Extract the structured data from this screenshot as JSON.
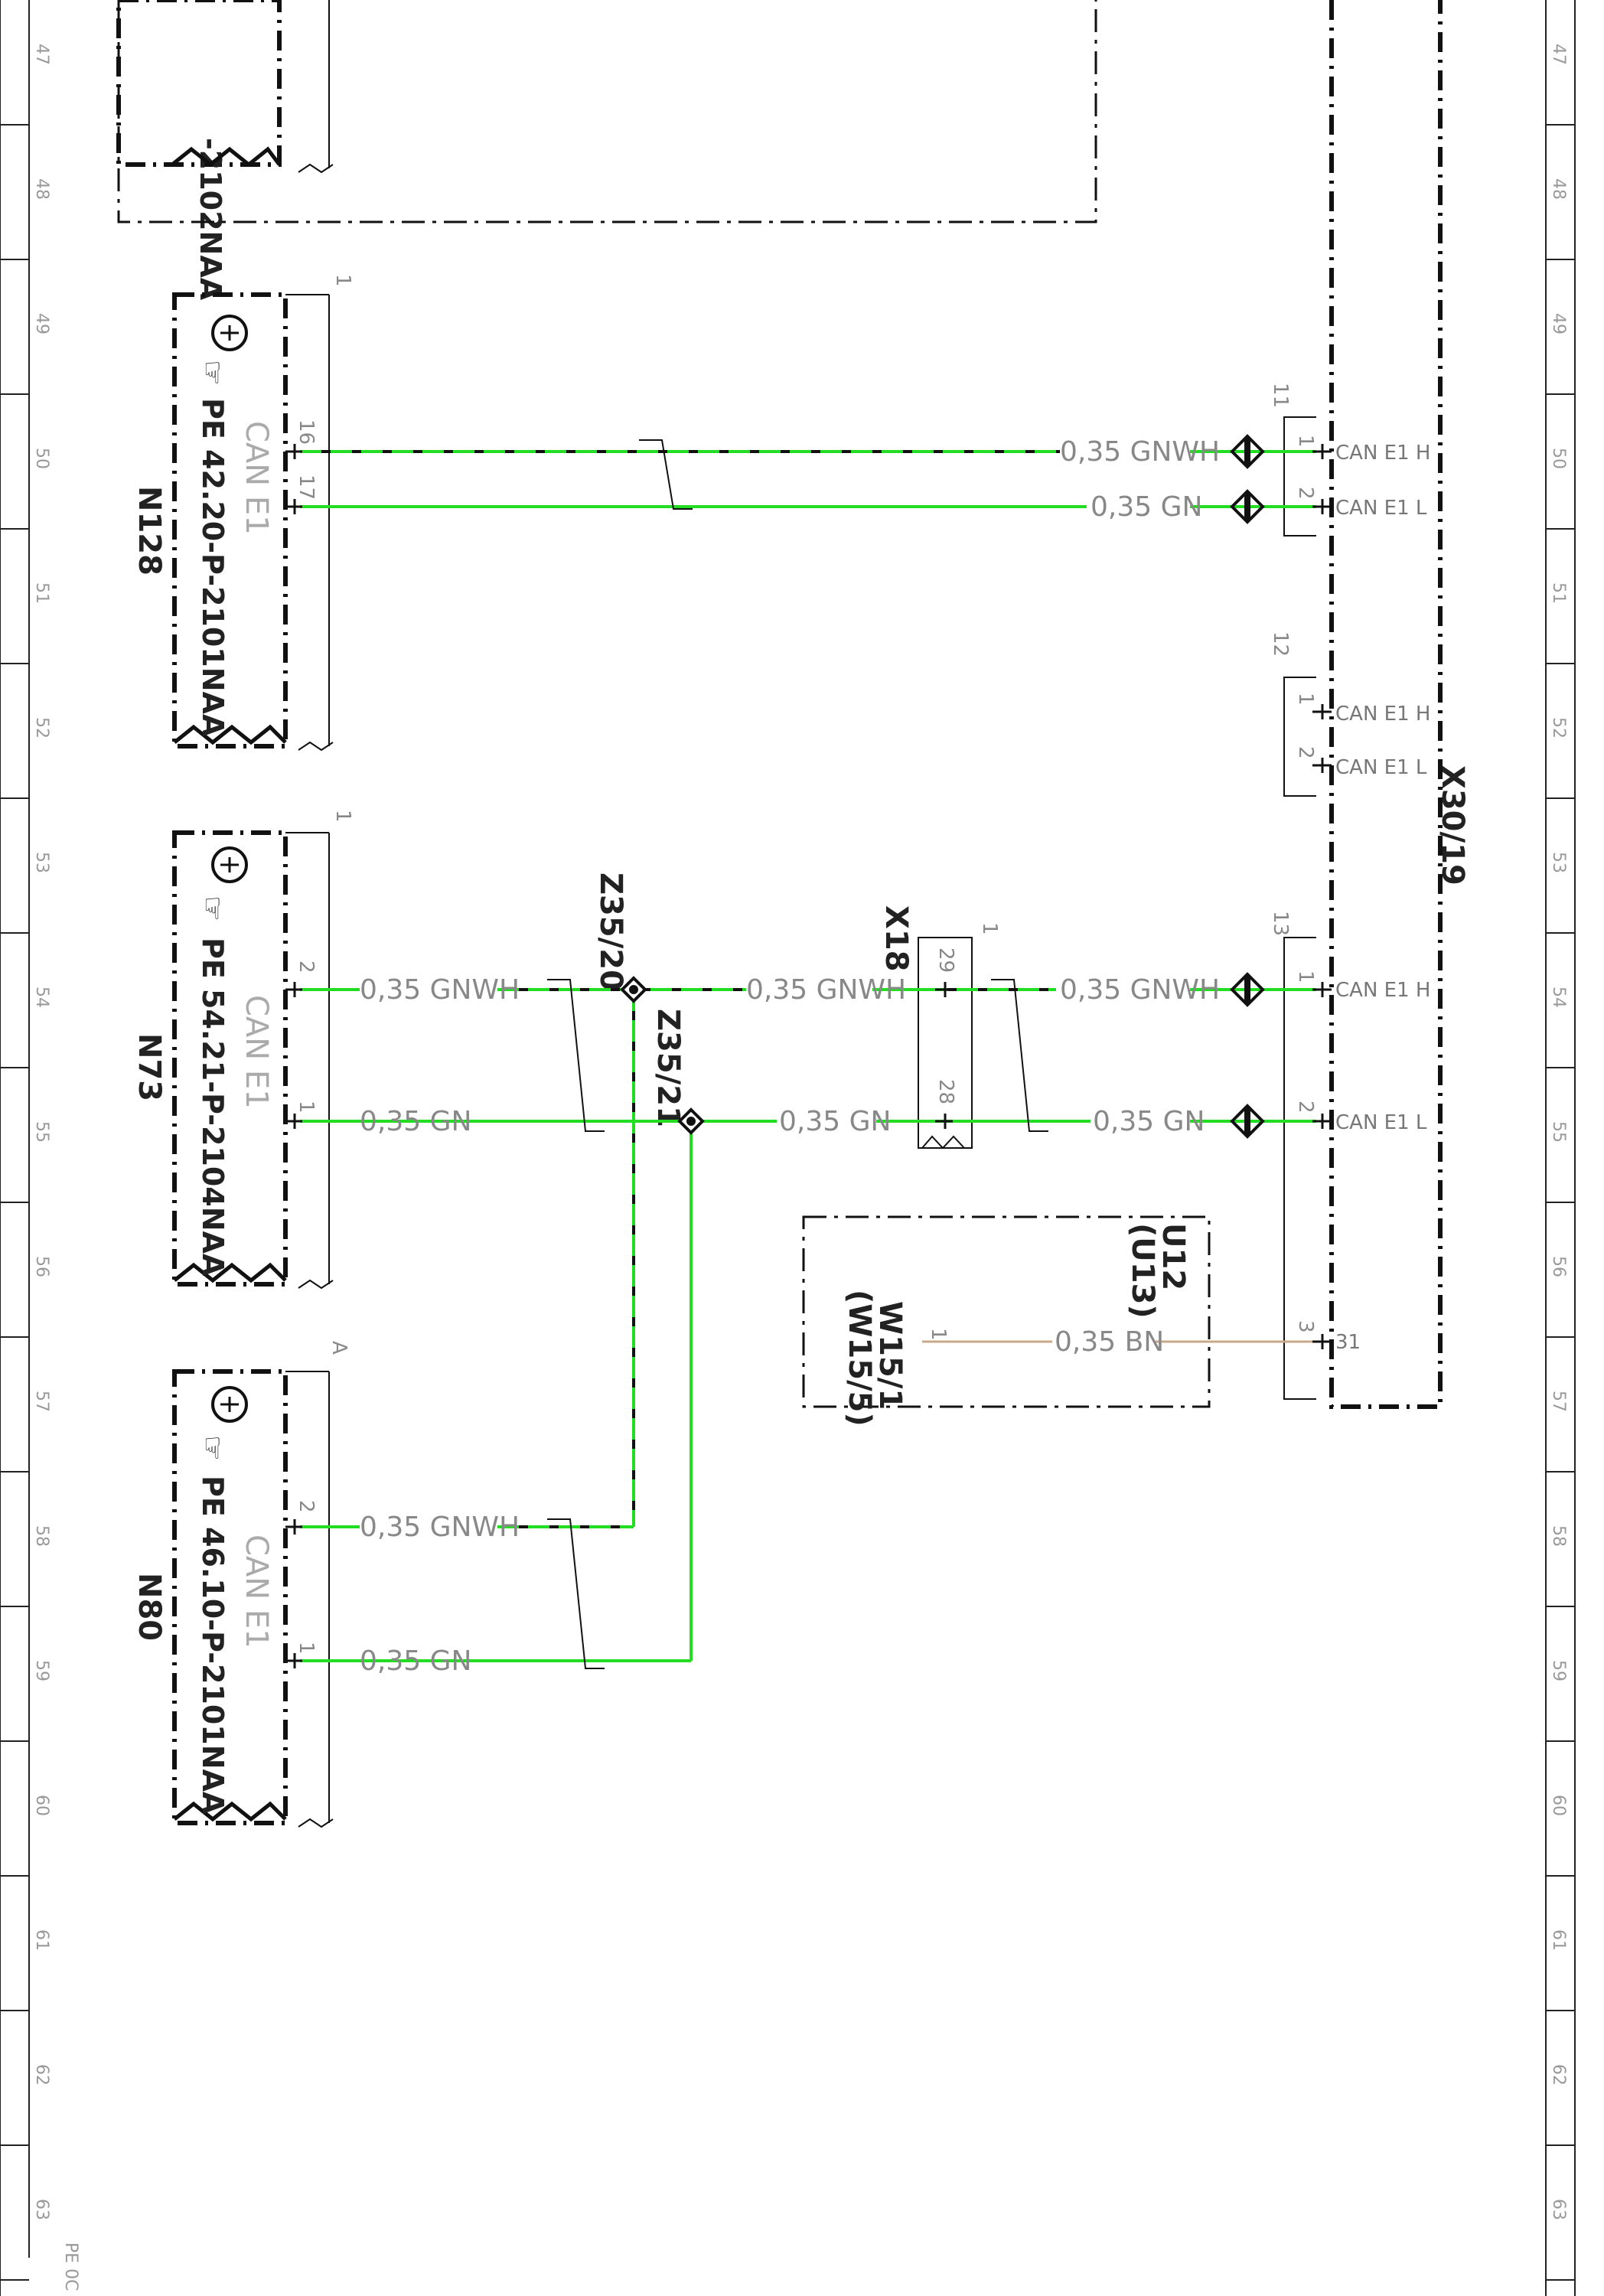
{
  "ruler_numbers": [
    "47",
    "48",
    "49",
    "50",
    "51",
    "52",
    "53",
    "54",
    "55",
    "56",
    "57",
    "58",
    "59",
    "60",
    "61",
    "62",
    "63"
  ],
  "page_ref": "PE 0C",
  "colors": {
    "green": "#22dd22",
    "brown": "#c8a888",
    "black": "#111111",
    "gray": "#999999"
  },
  "modules": [
    {
      "id": "N128",
      "doc": "PE 42.20-P-2101NAA",
      "bus": "CAN E1",
      "connector": "1",
      "pins": [
        {
          "pin": "16",
          "wire": "0,35 GNWH"
        },
        {
          "pin": "17",
          "wire": "0,35 GN"
        }
      ]
    },
    {
      "id": "N73",
      "doc": "PE 54.21-P-2104NAA",
      "bus": "CAN E1",
      "connector": "1",
      "pins": [
        {
          "pin": "2",
          "wire": "0,35 GNWH"
        },
        {
          "pin": "1",
          "wire": "0,35 GN"
        }
      ]
    },
    {
      "id": "N80",
      "doc": "PE 46.10-P-2101NAA",
      "bus": "CAN E1",
      "connector": "A",
      "pins": [
        {
          "pin": "2",
          "wire": "0,35 GNWH"
        },
        {
          "pin": "1",
          "wire": "0,35 GN"
        }
      ]
    }
  ],
  "top_module": {
    "doc": "-2102NAA"
  },
  "splices": [
    "Z35/20",
    "Z35/21"
  ],
  "connector_x18": {
    "id": "X18",
    "connector": "1",
    "pins": [
      "29",
      "28"
    ]
  },
  "x30": {
    "id": "X30/19",
    "blocks": [
      {
        "num": "11",
        "pins": [
          {
            "pin": "1",
            "label": "CAN E1 H",
            "wire": "0,35 GNWH"
          },
          {
            "pin": "2",
            "label": "CAN E1 L",
            "wire": "0,35 GN"
          }
        ]
      },
      {
        "num": "12",
        "pins": [
          {
            "pin": "1",
            "label": "CAN E1 H"
          },
          {
            "pin": "2",
            "label": "CAN E1 L"
          }
        ]
      },
      {
        "num": "13",
        "pins": [
          {
            "pin": "1",
            "label": "CAN E1 H",
            "wire": "0,35 GNWH"
          },
          {
            "pin": "2",
            "label": "CAN E1 L",
            "wire": "0,35 GN"
          },
          {
            "pin": "3",
            "label": "31",
            "wire": "0,35 BN"
          }
        ]
      }
    ]
  },
  "x18_wires": [
    "0,35 GNWH",
    "0,35 GN"
  ],
  "ground": {
    "title": "U12",
    "subtitle": "(U13)",
    "id": "W15/1",
    "alt": "(W15/5)",
    "pin": "1",
    "wire": "0,35 BN"
  }
}
